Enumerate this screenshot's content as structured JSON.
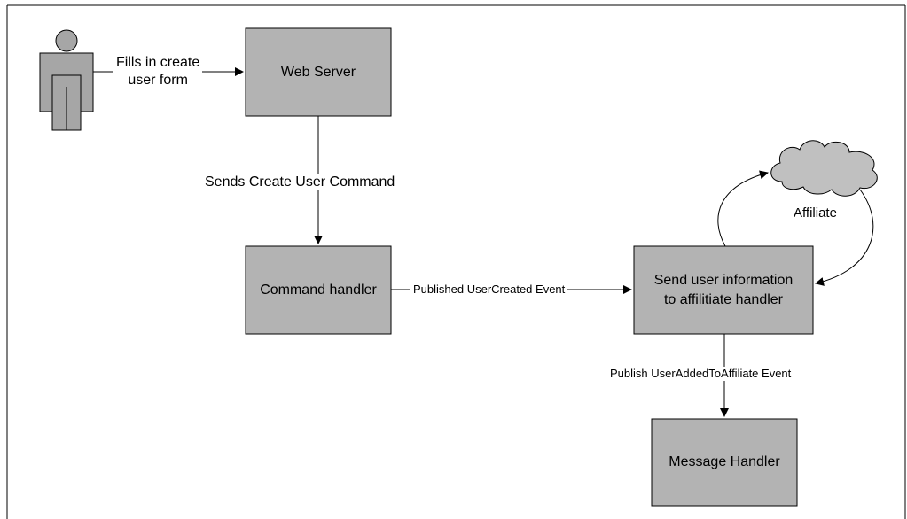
{
  "nodes": {
    "web_server": "Web Server",
    "command_handler": "Command handler",
    "affiliate_handler": "Send user information\nto affilitiate handler",
    "message_handler": "Message Handler",
    "affiliate": "Affiliate"
  },
  "edges": {
    "user_to_web": "Fills in create\nuser form",
    "web_to_command": "Sends Create User Command",
    "command_to_affiliate": "Published UserCreated Event",
    "affiliate_to_message": "Publish UserAddedToAffiliate Event"
  },
  "colors": {
    "box_fill": "#b3b3b3",
    "person_fill": "#a6a6a6",
    "cloud_fill": "#c0c0c0",
    "line": "#000000"
  }
}
